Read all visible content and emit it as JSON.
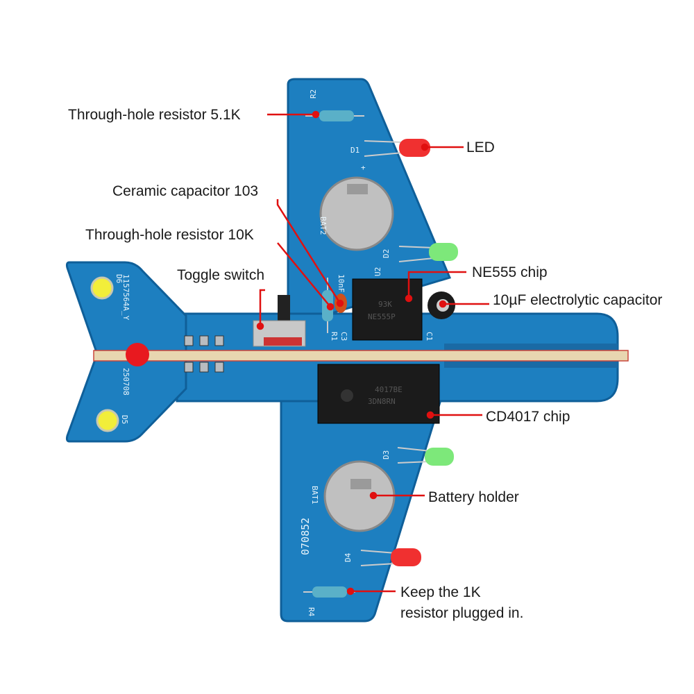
{
  "colors": {
    "pcb": "#1d7fc0",
    "pcb_edge": "#0f5f99",
    "annotation": "#e01010",
    "stick": "#e8d6b0"
  },
  "annotations": {
    "resistor_51k": "Through-hole resistor 5.1K",
    "led": "LED",
    "ceramic_cap": "Ceramic capacitor 103",
    "resistor_10k": "Through-hole resistor 10K",
    "toggle_switch": "Toggle switch",
    "ne555": "NE555 chip",
    "electrolytic_cap": "10µF electrolytic capacitor",
    "cd4017": "CD4017 chip",
    "battery_holder": "Battery holder",
    "keep_1k_line1": "Keep the 1K",
    "keep_1k_line2": "resistor plugged in."
  },
  "silkscreen": {
    "r2": "R2",
    "d1": "D1",
    "bat2": "BAT2",
    "d2": "D2",
    "u2": "U2",
    "c3_value": "10nF",
    "r1": "R1",
    "c3": "C3",
    "c1": "C1",
    "d6": "D6",
    "d5": "D5",
    "d3": "D3",
    "bat1": "BAT1",
    "d4": "D4",
    "r4": "R4",
    "board_id": "1157564A_Y",
    "board_date": "250708",
    "batch": "070852",
    "plus": "+"
  },
  "chips": {
    "ne555_mark1": "NE555P",
    "ne555_mark2": "93K",
    "cd4017_mark1": "4017BE",
    "cd4017_mark2": "3DN8RN"
  }
}
